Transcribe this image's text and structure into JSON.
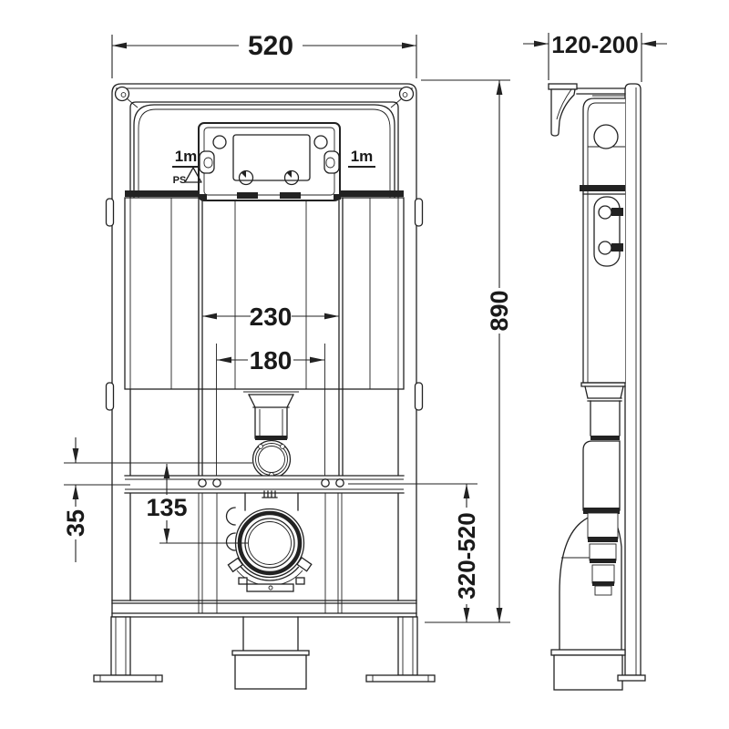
{
  "drawing": {
    "title": "Concealed WC cistern frame technical drawing",
    "background_color": "#ffffff",
    "line_color": "#222222",
    "views": {
      "front": {
        "name": "front elevation"
      },
      "side": {
        "name": "side elevation"
      }
    },
    "dimensions": {
      "frame_width": {
        "label": "520"
      },
      "frame_depth": {
        "label": "120-200"
      },
      "span_outer": {
        "label": "230"
      },
      "span_inner": {
        "label": "180"
      },
      "flush_to_outlet": {
        "label": "135"
      },
      "flush_offset": {
        "label": "35"
      },
      "frame_height": {
        "label": "890"
      },
      "outlet_height": {
        "label": "320-520"
      }
    },
    "annotations": {
      "flush_mark_left": "1m",
      "flush_mark_right": "1m",
      "material_code": "PS"
    }
  }
}
